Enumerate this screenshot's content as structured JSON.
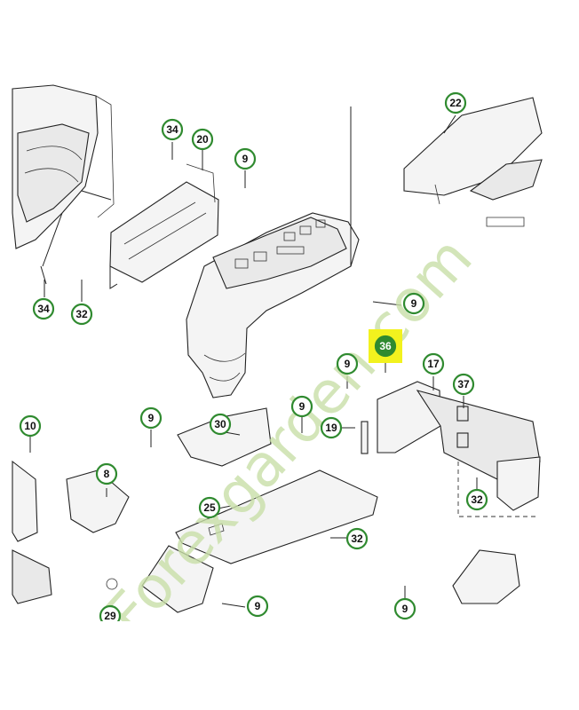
{
  "watermark": "Forexgarden.com",
  "callouts": {
    "c22": "22",
    "c34a": "34",
    "c20": "20",
    "c9a": "9",
    "c34b": "34",
    "c32a": "32",
    "c9b": "9",
    "c36": "36",
    "c9c": "9",
    "c17": "17",
    "c37": "37",
    "c10": "10",
    "c9d": "9",
    "c30": "30",
    "c9e": "9",
    "c19": "19",
    "c8": "8",
    "c25": "25",
    "c32b": "32",
    "c32c": "32",
    "c9f": "9",
    "c9g": "9",
    "c29": "29"
  },
  "colors": {
    "callout_ring": "#2f8a2f",
    "highlight": "#f2f21e",
    "watermark": "#c9dfa8"
  }
}
